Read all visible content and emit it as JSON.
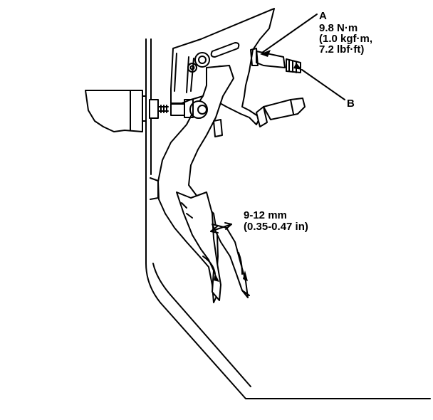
{
  "callouts": {
    "part_a": "A",
    "part_b": "B",
    "torque_metric": "9.8 N·m",
    "torque_kgf": "(1.0 kgf·m,",
    "torque_lbf": "7.2 lbf·ft)"
  },
  "measurement": {
    "metric": "9-12 mm",
    "imperial": "(0.35-0.47 in)"
  },
  "colors": {
    "line": "#000000",
    "background": "#ffffff"
  }
}
